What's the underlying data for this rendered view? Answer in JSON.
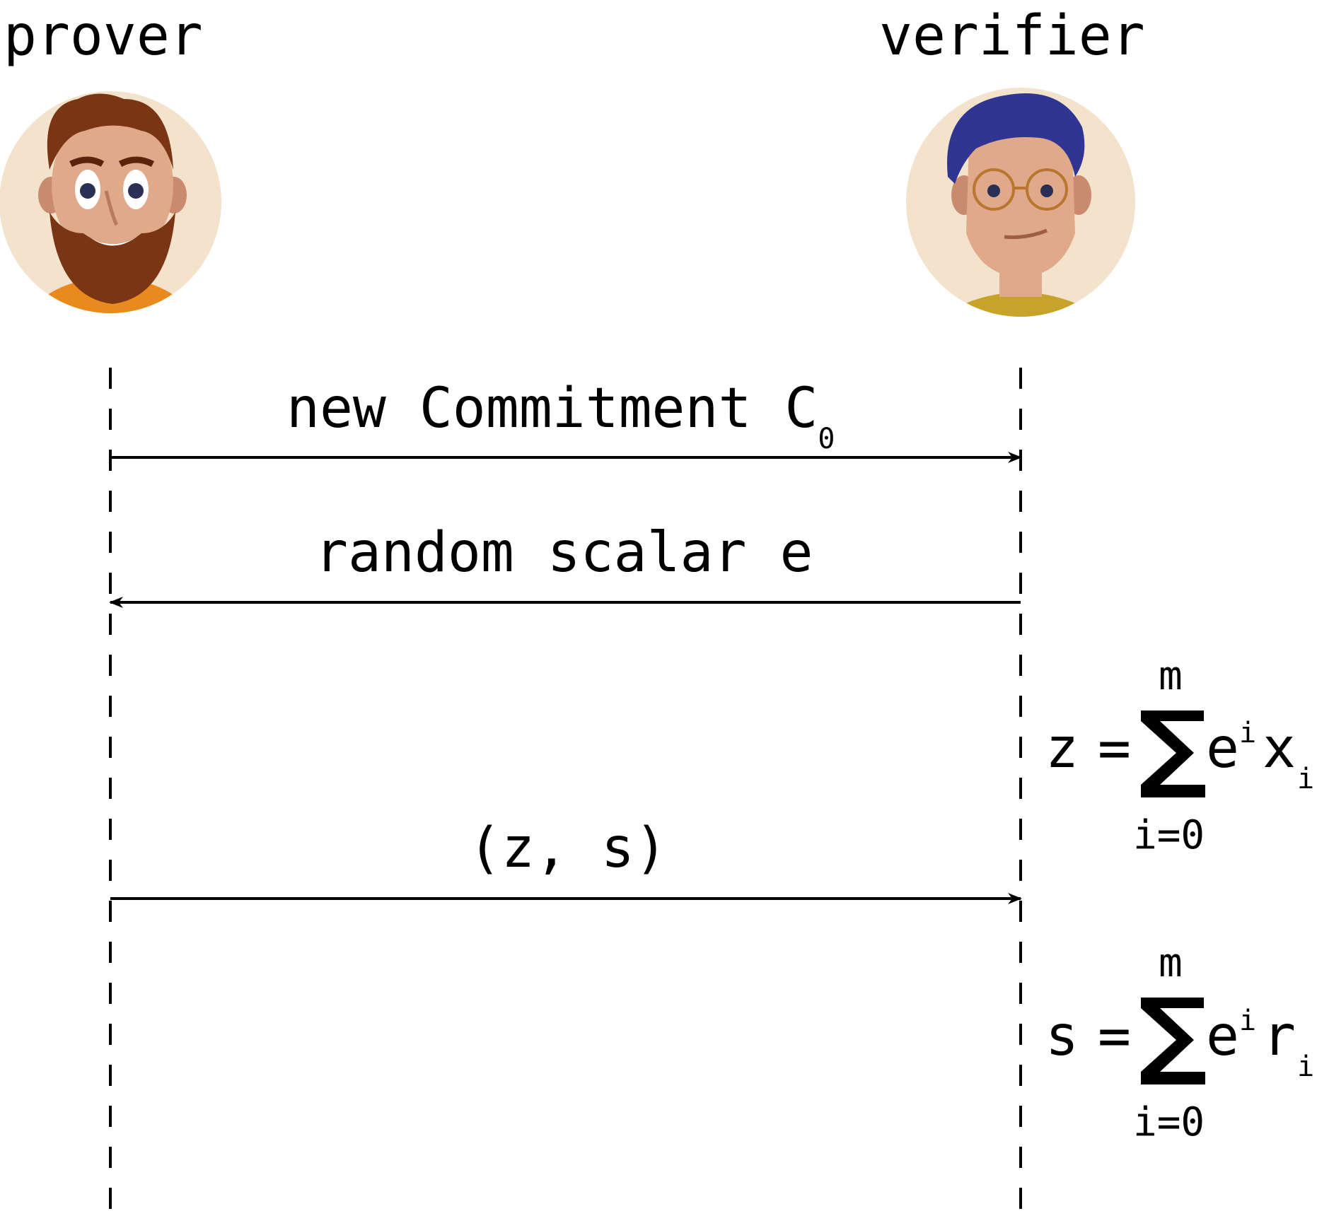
{
  "participants": {
    "prover": {
      "label": "prover",
      "avatar_icon": "bearded-man-avatar-icon"
    },
    "verifier": {
      "label": "verifier",
      "avatar_icon": "man-with-glasses-avatar-icon"
    }
  },
  "messages": [
    {
      "label": "new Commitment C",
      "subscript": "0",
      "direction": "prover-to-verifier"
    },
    {
      "label": "random scalar e",
      "direction": "verifier-to-prover"
    },
    {
      "label": "(z, s)",
      "direction": "prover-to-verifier"
    }
  ],
  "formulas": {
    "z": {
      "lhs": "z",
      "eq": "=",
      "upper": "m",
      "lower": "i=0",
      "base": "e",
      "exp": "i",
      "term": "x",
      "sub": "i"
    },
    "s": {
      "lhs": "s",
      "eq": "=",
      "upper": "m",
      "lower": "i=0",
      "base": "e",
      "exp": "i",
      "term": "r",
      "sub": "i"
    }
  },
  "colors": {
    "line": "#000000",
    "avatar_bg": "#f3e3cc",
    "prover_hair": "#7a3614",
    "prover_shirt": "#e88a1e",
    "verifier_hair": "#2f3590",
    "verifier_shirt": "#c7a32a",
    "skin": "#dfa98a"
  }
}
